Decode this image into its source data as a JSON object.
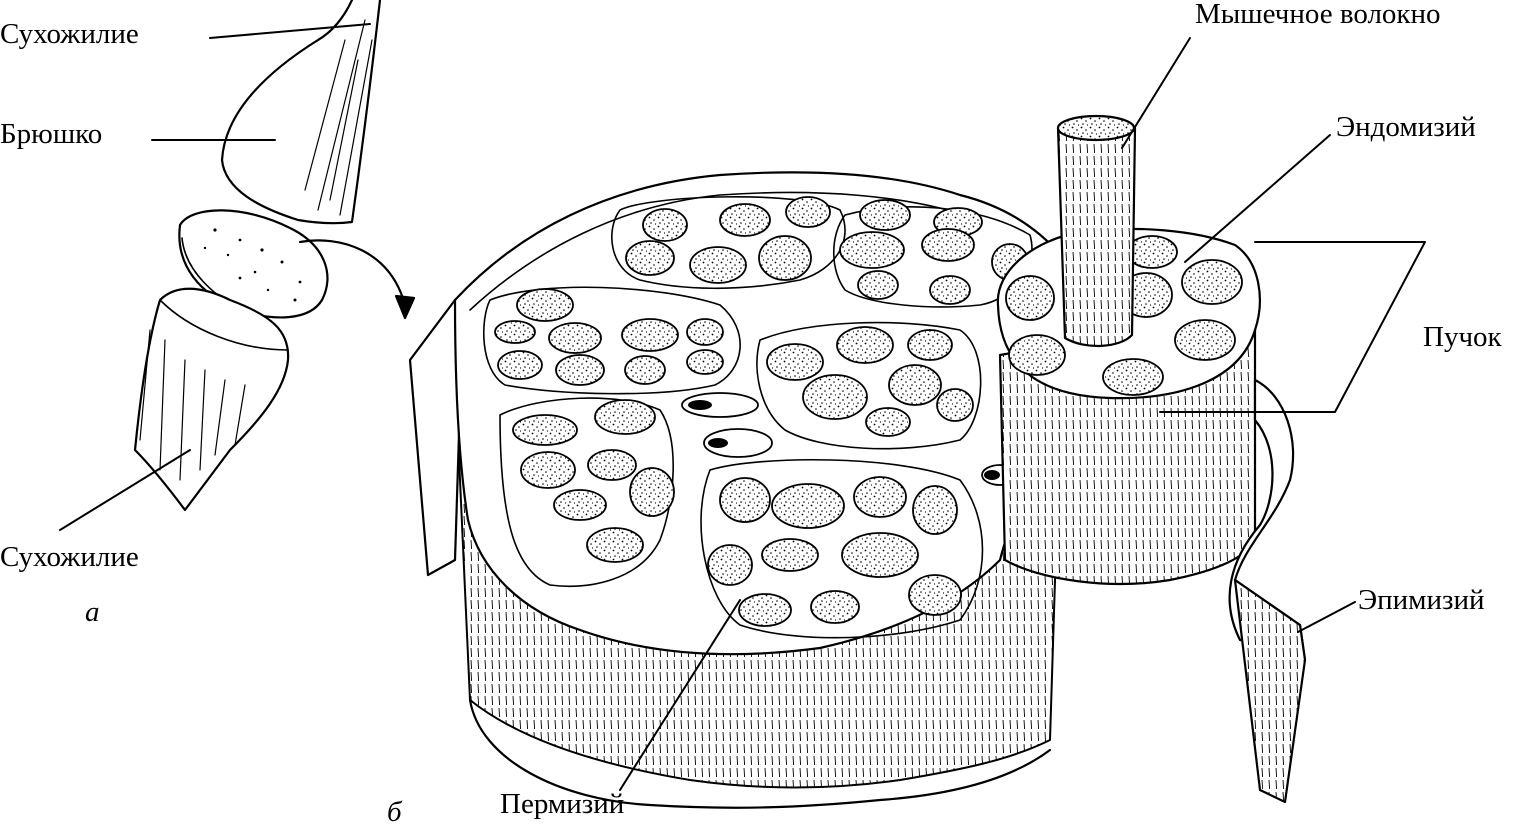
{
  "labels": {
    "tendon_top": "Сухожилие",
    "belly": "Брюшко",
    "tendon_bottom": "Сухожилие",
    "part_a": "а",
    "muscle_fiber": "Мышечное волокно",
    "endomysium": "Эндомизий",
    "bundle": "Пучок",
    "epimysium": "Эпимизий",
    "perimysium": "Пермизий",
    "part_b": "б"
  },
  "colors": {
    "ink": "#000000",
    "paper": "#ffffff"
  }
}
